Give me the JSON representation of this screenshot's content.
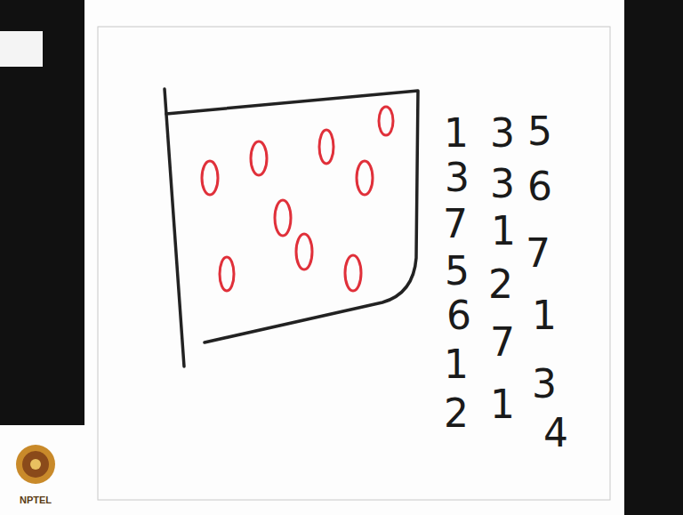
{
  "diagram": {
    "labels": [
      "1",
      "3",
      "7",
      "5",
      "6",
      "1",
      "2",
      "3",
      "3",
      "1",
      "2",
      "7",
      "1",
      "5",
      "6",
      "7",
      "1",
      "3",
      "4",
      "NPTEL"
    ]
  }
}
